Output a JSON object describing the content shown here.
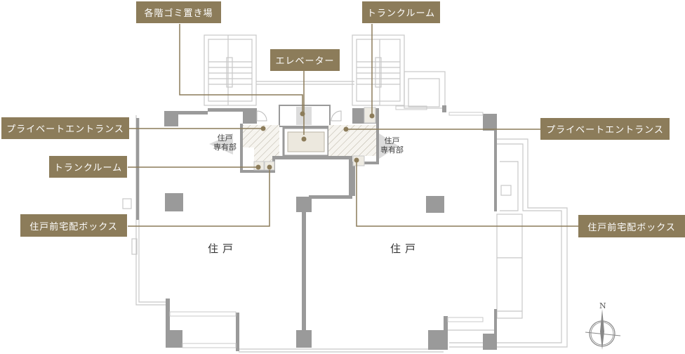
{
  "diagram": {
    "type": "floor-plan",
    "colors": {
      "label_bg": "#8c7c5a",
      "label_text": "#ffffff",
      "leader_line": "#8c7c5a",
      "wall": "#9a9a9a",
      "outline": "#c8c8c8",
      "common_area_hatch": "#e8e4da",
      "storage_fill": "#eeebe3"
    },
    "callouts": {
      "garbage": "各階ゴミ置き場",
      "trunk_room_top": "トランクルーム",
      "elevator": "エレベーター",
      "private_entrance_left": "プライベートエントランス",
      "private_entrance_right": "プライベートエントランス",
      "trunk_room_left": "トランクルーム",
      "delivery_box_left": "住戸前宅配ボックス",
      "delivery_box_right": "住戸前宅配ボックス"
    },
    "rooms": {
      "unit_left": "住戸",
      "unit_right": "住戸"
    },
    "private_area": {
      "left_line1": "住戸",
      "left_line2": "専有部",
      "right_line1": "住戸",
      "right_line2": "専有部"
    },
    "compass": {
      "north_label": "N"
    }
  }
}
